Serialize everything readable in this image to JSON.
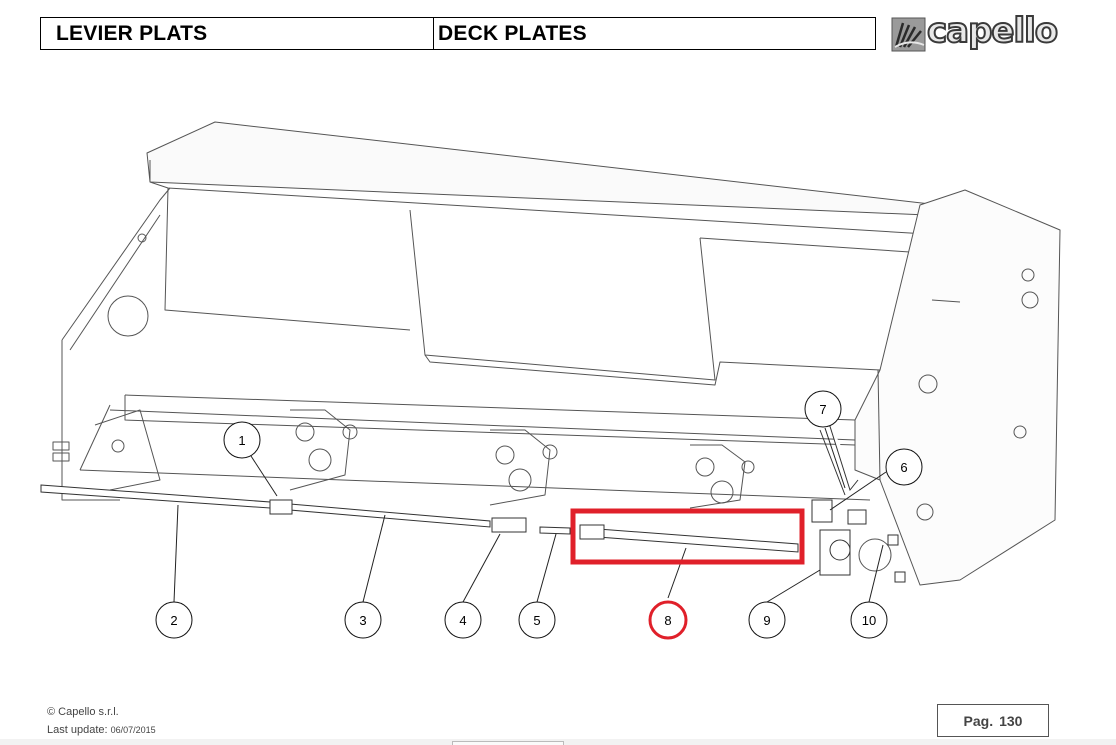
{
  "header": {
    "title_fr": "LEVIER PLATS",
    "title_en": "DECK PLATES",
    "logo_text": "capello"
  },
  "callouts": [
    {
      "num": "1",
      "highlighted": false
    },
    {
      "num": "2",
      "highlighted": false
    },
    {
      "num": "3",
      "highlighted": false
    },
    {
      "num": "4",
      "highlighted": false
    },
    {
      "num": "5",
      "highlighted": false
    },
    {
      "num": "6",
      "highlighted": false
    },
    {
      "num": "7",
      "highlighted": false
    },
    {
      "num": "8",
      "highlighted": true
    },
    {
      "num": "9",
      "highlighted": false
    },
    {
      "num": "10",
      "highlighted": false
    }
  ],
  "highlight_color": "#e0202a",
  "footer": {
    "copyright": "© Capello s.r.l.",
    "last_update_label": "Last update:",
    "last_update_date": "06/07/2015",
    "page_label": "Pag.",
    "page_number": "130"
  }
}
